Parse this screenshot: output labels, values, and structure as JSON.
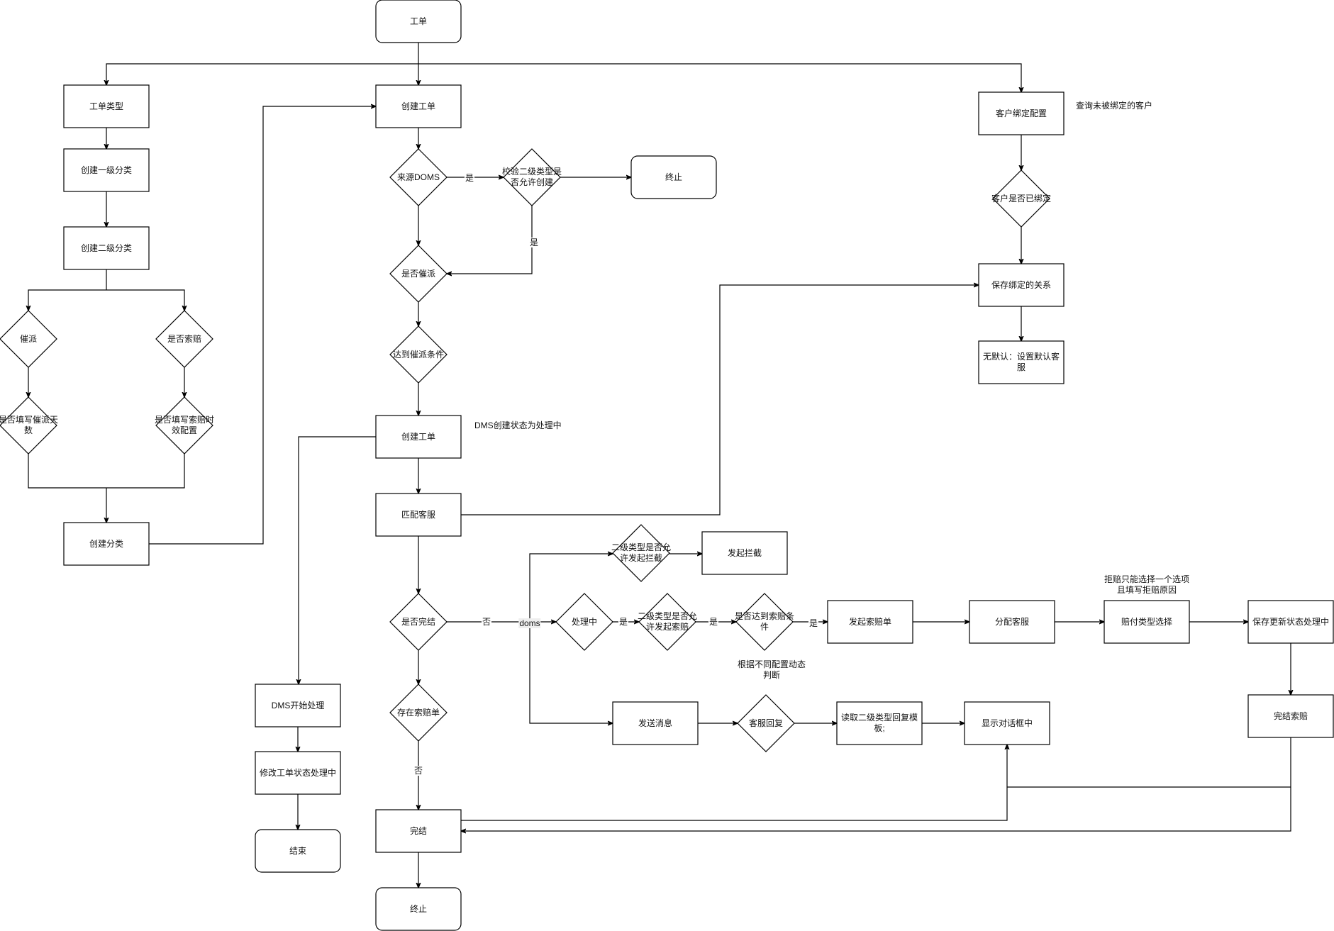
{
  "diagram": {
    "nodes": {
      "ticket": "工单",
      "ticket_type": "工单类型",
      "create_level1": "创建一级分类",
      "create_level2": "创建二级分类",
      "urge": "催派",
      "is_claim": "是否索赔",
      "fill_urge_days": "是否填写催派天数",
      "fill_claim_config": "是否填写索赔时效配置",
      "create_category": "创建分类",
      "create_ticket": "创建工单",
      "source_doms": "来源DOMS",
      "check_level2_create": "校验二级类型是否允许创建",
      "terminate_top": "终止",
      "is_urge": "是否催派",
      "urge_condition": "达到催派条件",
      "create_ticket_2": "创建工单",
      "match_cs": "匹配客服",
      "is_finished": "是否完结",
      "has_claim": "存在索赔单",
      "finish": "完结",
      "terminate_bottom": "终止",
      "dms_start": "DMS开始处理",
      "modify_status": "修改工单状态处理中",
      "end": "结束",
      "customer_binding": "客户绑定配置",
      "is_bound": "客户是否已绑定",
      "save_binding": "保存绑定的关系",
      "set_default_cs": "无默认：设置默认客服",
      "allow_intercept": "二级类型是否允许发起拦截",
      "start_intercept": "发起拦截",
      "processing": "处理中",
      "allow_claim": "二级类型是否允许发起索赔",
      "claim_condition": "是否达到索赔条件",
      "start_claim": "发起索赔单",
      "assign_cs": "分配客服",
      "compensation_type": "赔付类型选择",
      "save_update_status": "保存更新状态处理中",
      "finish_claim": "完结索赔",
      "send_message": "发送消息",
      "cs_reply": "客服回复",
      "read_template": "读取二级类型回复模板;",
      "show_dialog": "显示对话框中"
    },
    "edge_labels": {
      "doms_yes": "是",
      "check_yes": "是",
      "finished_no": "否",
      "doms_branch": "doms",
      "processing_yes": "是",
      "allow_claim_yes": "是",
      "claim_condition_yes": "是",
      "has_claim_no": "否"
    },
    "notes": {
      "query_unbound": "查询未被绑定的客户",
      "dms_status": "DMS创建状态为处理中",
      "dynamic_judge": "根据不同配置动态判断",
      "reject_note": "拒赔只能选择一个选项且填写拒赔原因"
    }
  }
}
